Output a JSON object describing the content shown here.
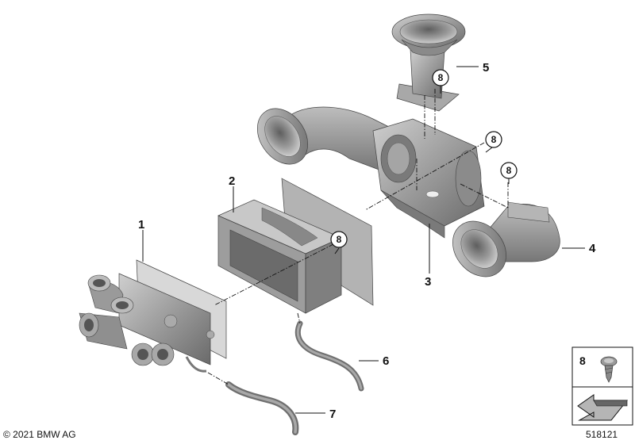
{
  "callouts": {
    "part1": "1",
    "part2": "2",
    "part3": "3",
    "part4": "4",
    "part5": "5",
    "part6": "6",
    "part7": "7"
  },
  "circled_callouts": {
    "screw_top": "8",
    "screw_mid": "8",
    "screw_right": "8",
    "screw_left": "8"
  },
  "legend": {
    "number": "8"
  },
  "footer": {
    "copyright": "© 2021 BMW AG",
    "diagram_id": "518121"
  },
  "colors": {
    "part_fill": "#9a9a9a",
    "part_dark": "#6e6e6e",
    "part_light": "#c4c4c4",
    "line": "#111111"
  }
}
